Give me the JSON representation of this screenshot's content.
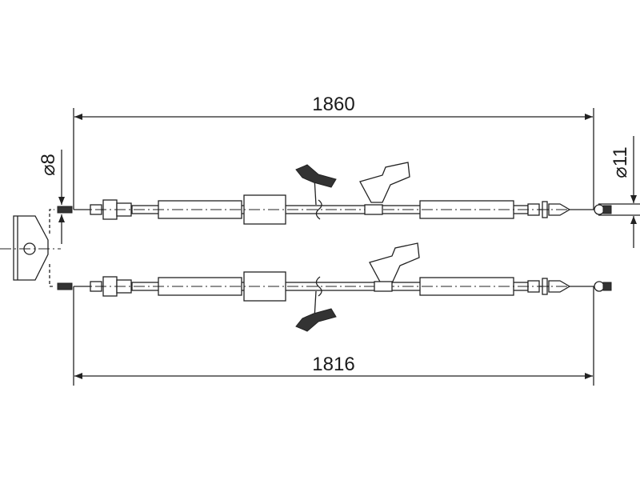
{
  "dimensions": {
    "overall_length_top": "1860",
    "overall_length_bottom": "1816",
    "diameter_left": "⌀8",
    "diameter_right": "⌀11"
  },
  "colors": {
    "line": "#222222",
    "background": "#ffffff"
  }
}
